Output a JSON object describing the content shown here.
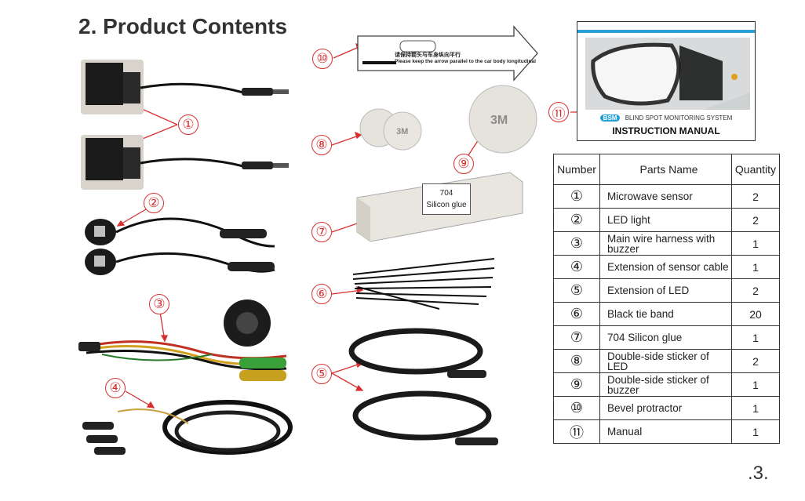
{
  "title": "2. Product Contents",
  "page_number": ".3.",
  "callouts": [
    "①",
    "②",
    "③",
    "④",
    "⑤",
    "⑥",
    "⑦",
    "⑧",
    "⑨",
    "⑩",
    "⑪"
  ],
  "ruler": {
    "line1": "请保持箭头与车身纵向平行",
    "line2": "Please keep the arrow parallel to the car body longitudinal"
  },
  "glue_box": {
    "line1": "704",
    "line2": "Silicon glue"
  },
  "manual": {
    "badge": "BSM",
    "subtitle": "BLIND SPOT MONITORING SYSTEM",
    "title": "INSTRUCTION  MANUAL"
  },
  "table": {
    "headers": [
      "Number",
      "Parts Name",
      "Quantity"
    ],
    "rows": [
      {
        "num": "①",
        "name": "Microwave sensor",
        "qty": "2"
      },
      {
        "num": "②",
        "name": "LED light",
        "qty": "2"
      },
      {
        "num": "③",
        "name": "Main wire harness with buzzer",
        "qty": "1"
      },
      {
        "num": "④",
        "name": "Extension of sensor cable",
        "qty": "1"
      },
      {
        "num": "⑤",
        "name": "Extension of  LED",
        "qty": "2"
      },
      {
        "num": "⑥",
        "name": "Black tie band",
        "qty": "20"
      },
      {
        "num": "⑦",
        "name": "704 Silicon glue",
        "qty": "1"
      },
      {
        "num": "⑧",
        "name": "Double-side sticker of LED",
        "qty": "2"
      },
      {
        "num": "⑨",
        "name": "Double-side sticker of buzzer",
        "qty": "1"
      },
      {
        "num": "⑩",
        "name": "Bevel protractor",
        "qty": "1"
      },
      {
        "num": "⑪",
        "name": "Manual",
        "qty": "1"
      }
    ]
  },
  "colors": {
    "callout": "#d83030",
    "accent": "#27a0d8"
  }
}
